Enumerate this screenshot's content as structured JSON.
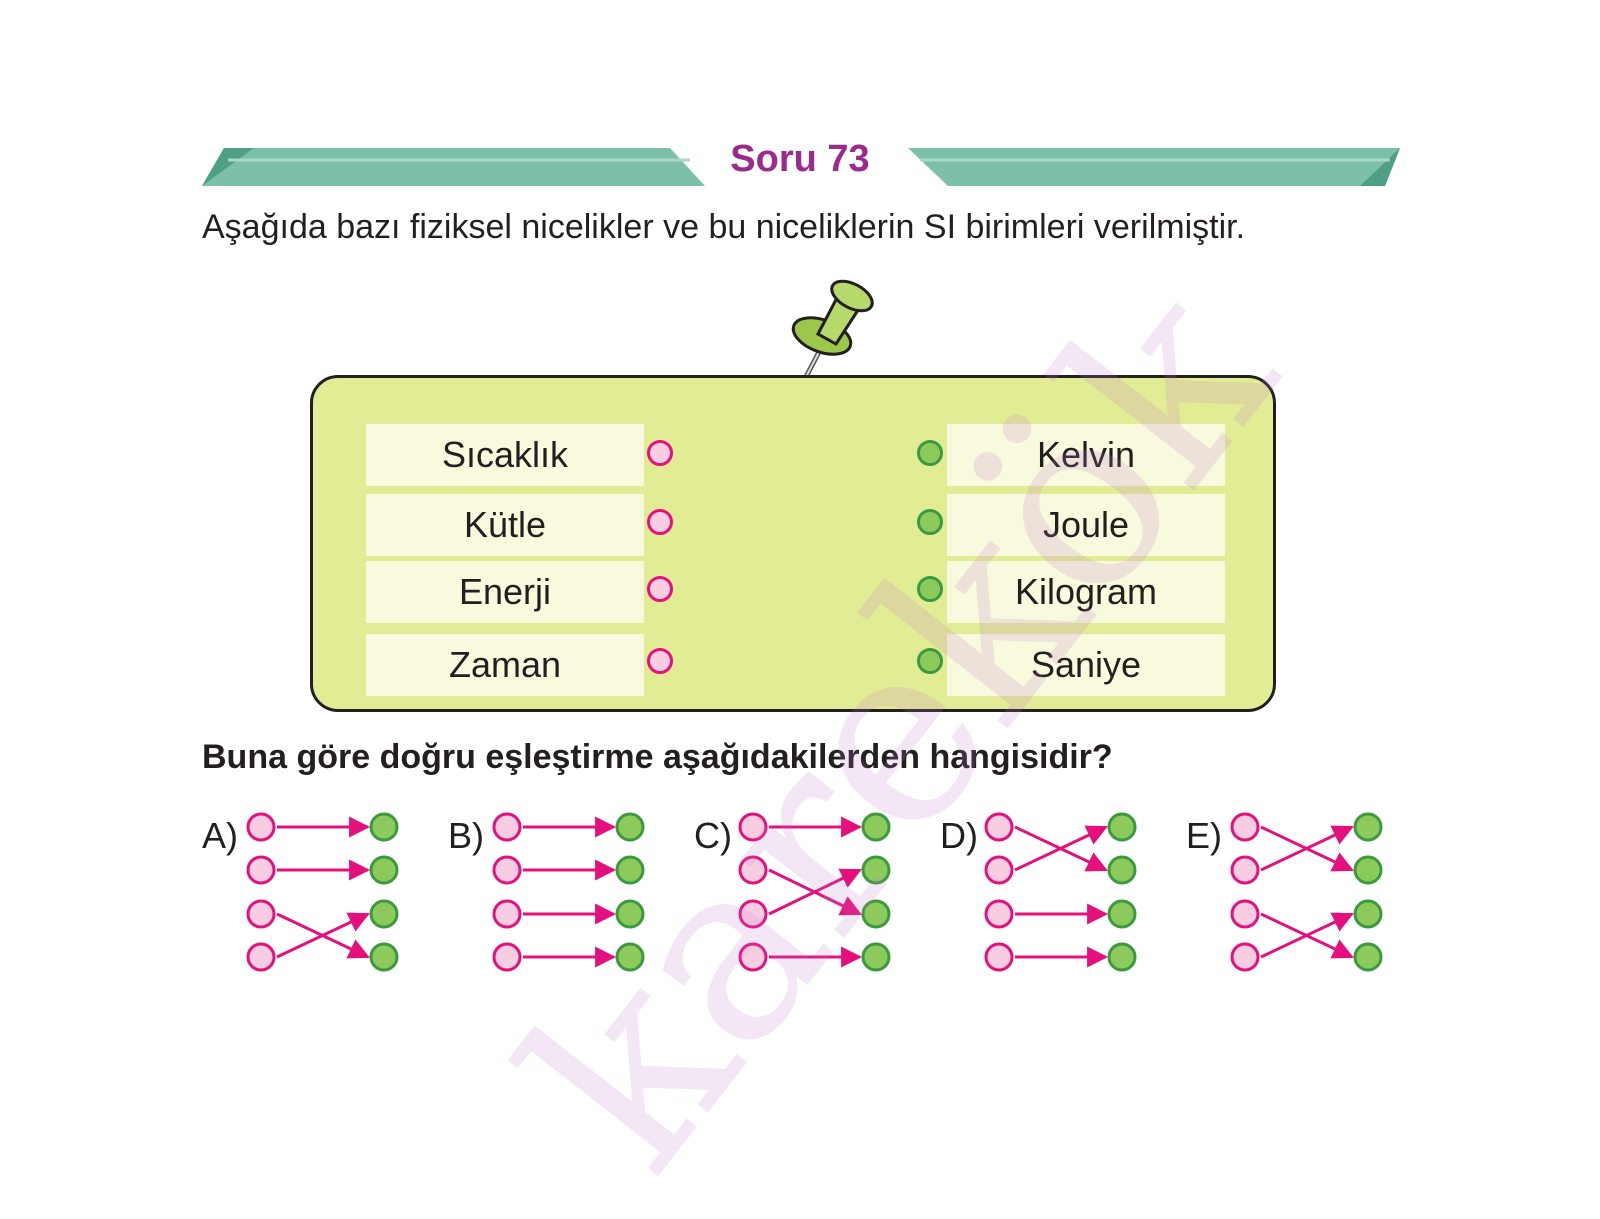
{
  "header": {
    "title": "Soru 73"
  },
  "intro": "Aşağıda bazı fiziksel nicelikler ve bu niceliklerin SI birimleri verilmiştir.",
  "board": {
    "quantities": [
      "Sıcaklık",
      "Kütle",
      "Enerji",
      "Zaman"
    ],
    "units": [
      "Kelvin",
      "Joule",
      "Kilogram",
      "Saniye"
    ]
  },
  "question": "Buna göre doğru eşleştirme aşağıdakilerden hangisidir?",
  "options": [
    {
      "label": "A)",
      "pairs": [
        [
          0,
          0
        ],
        [
          1,
          1
        ],
        [
          2,
          3
        ],
        [
          3,
          2
        ]
      ]
    },
    {
      "label": "B)",
      "pairs": [
        [
          0,
          0
        ],
        [
          1,
          1
        ],
        [
          2,
          2
        ],
        [
          3,
          3
        ]
      ]
    },
    {
      "label": "C)",
      "pairs": [
        [
          0,
          0
        ],
        [
          1,
          2
        ],
        [
          2,
          1
        ],
        [
          3,
          3
        ]
      ]
    },
    {
      "label": "D)",
      "pairs": [
        [
          0,
          1
        ],
        [
          1,
          0
        ],
        [
          2,
          2
        ],
        [
          3,
          3
        ]
      ]
    },
    {
      "label": "E)",
      "pairs": [
        [
          0,
          1
        ],
        [
          1,
          0
        ],
        [
          2,
          3
        ],
        [
          3,
          2
        ]
      ]
    }
  ],
  "watermark": "karekök",
  "colors": {
    "title": "#9c2a8c",
    "banner": "#7cc0aa",
    "board": "#e2ec95",
    "pink_dot": "#f8cde2",
    "pink_stroke": "#e5107d",
    "green_dot": "#8dca5c",
    "arrow": "#e5107d"
  }
}
